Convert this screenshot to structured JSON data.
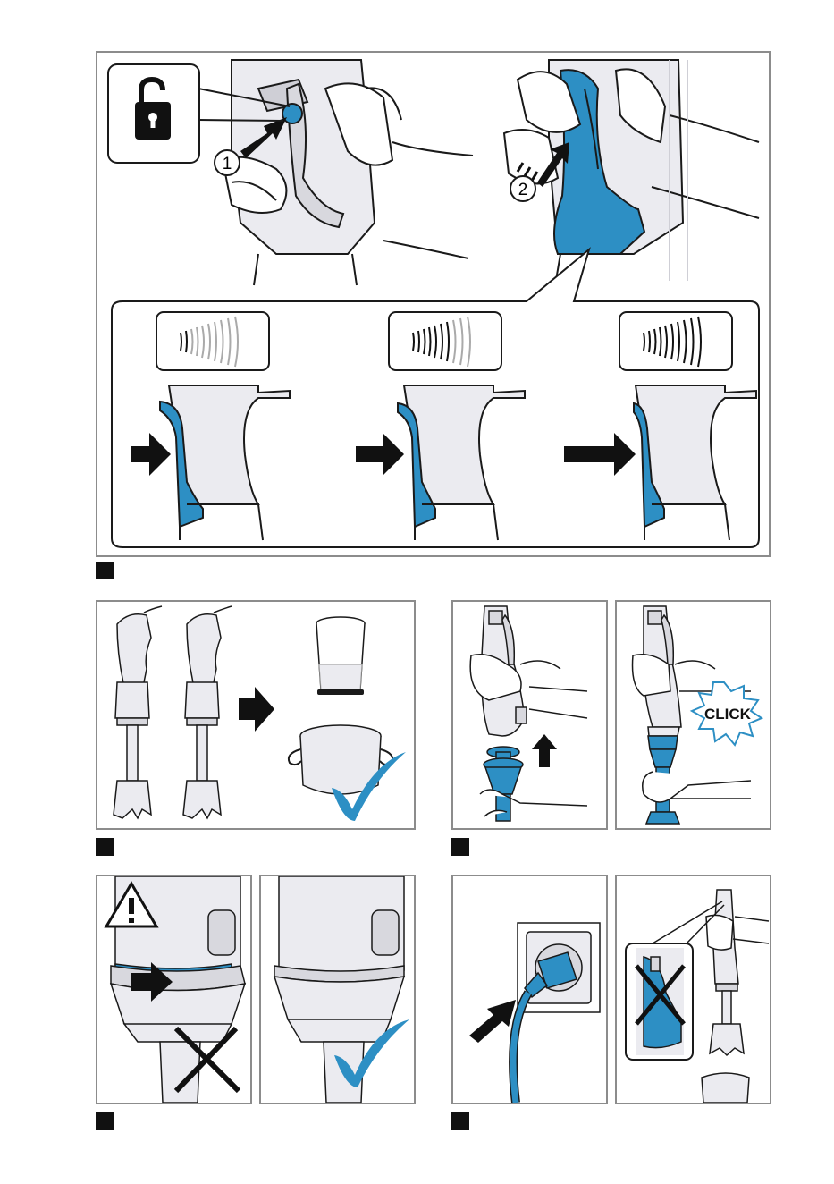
{
  "colors": {
    "accent": "#2d8fc4",
    "outline": "#1a1a1a",
    "frame": "#8c8c8c",
    "device_body": "#ebebf0",
    "check": "#2d8fc4"
  },
  "figure_a": {
    "step1": "1",
    "step2": "2",
    "icon": "unlock-icon",
    "speed_levels": [
      "low",
      "medium",
      "high"
    ]
  },
  "figure_c": {
    "click_label": "CLICK"
  },
  "icons": {
    "warning": "warning-triangle-icon",
    "check": "checkmark-icon",
    "cross": "cross-icon",
    "arrow": "arrow-right-icon"
  }
}
